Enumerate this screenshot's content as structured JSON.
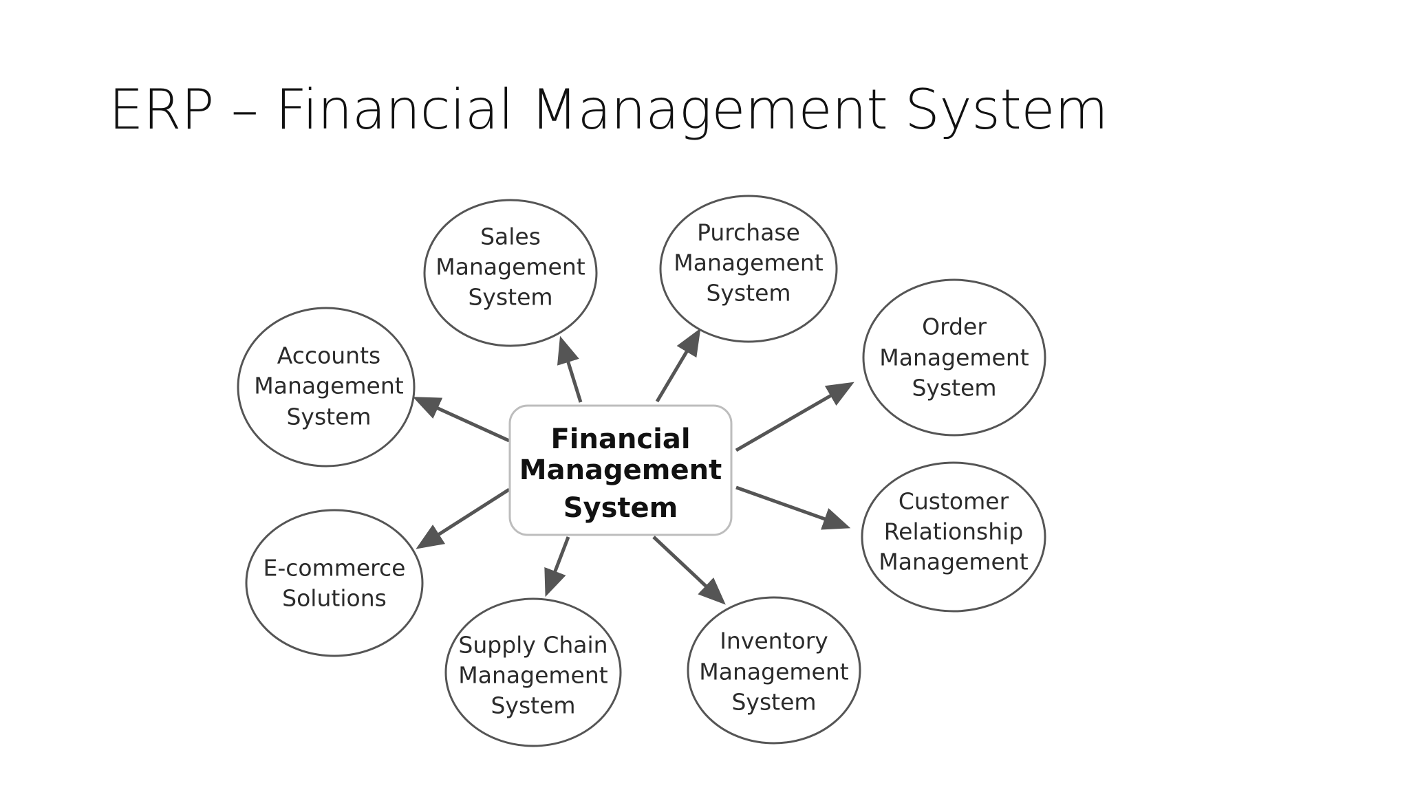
{
  "slide": {
    "title": "ERP – Financial Management System"
  },
  "diagram": {
    "hub": {
      "lines": [
        "Financial",
        "Management",
        "System"
      ]
    },
    "nodes": [
      {
        "id": "sales",
        "lines": [
          "Sales",
          "Management",
          "System"
        ]
      },
      {
        "id": "purchase",
        "lines": [
          "Purchase",
          "Management",
          "System"
        ]
      },
      {
        "id": "order",
        "lines": [
          "Order",
          "Management",
          "System"
        ]
      },
      {
        "id": "crm",
        "lines": [
          "Customer",
          "Relationship",
          "Management"
        ]
      },
      {
        "id": "inventory",
        "lines": [
          "Inventory",
          "Management",
          "System"
        ]
      },
      {
        "id": "supply-chain",
        "lines": [
          "Supply Chain",
          "Management",
          "System"
        ]
      },
      {
        "id": "ecommerce",
        "lines": [
          "E-commerce",
          "Solutions"
        ]
      },
      {
        "id": "accounts",
        "lines": [
          "Accounts",
          "Management",
          "System"
        ]
      }
    ],
    "colors": {
      "stroke": "#555555",
      "arrow": "#555555",
      "hub_fill": "#ffffff"
    }
  }
}
